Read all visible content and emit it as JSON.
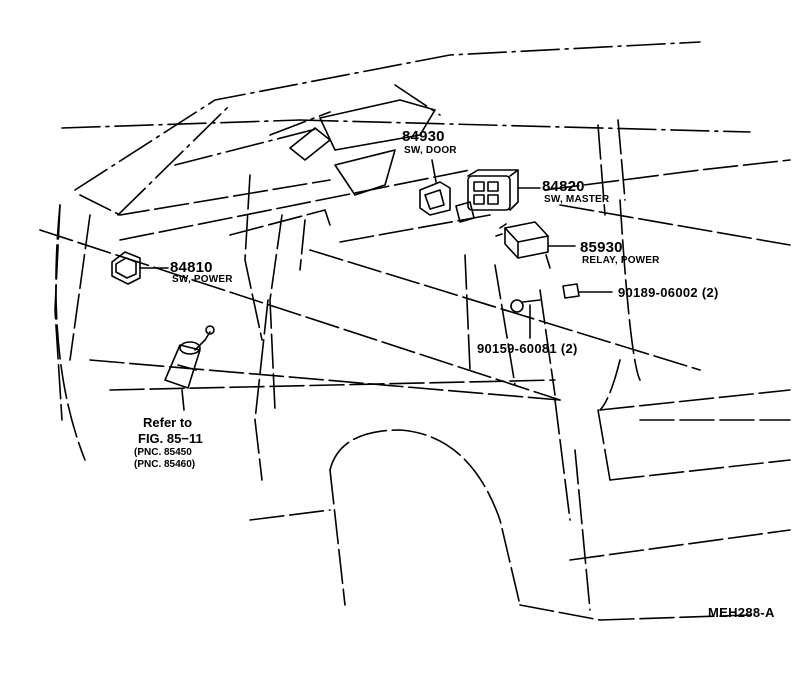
{
  "parts": [
    {
      "number": "84930",
      "name": "SW, DOOR"
    },
    {
      "number": "84820",
      "name": "SW, MASTER"
    },
    {
      "number": "85930",
      "name": "RELAY, POWER"
    },
    {
      "number": "84810",
      "name": "SW, POWER"
    }
  ],
  "fasteners": [
    {
      "number": "90189-06002 (2)"
    },
    {
      "number": "90159-60081 (2)"
    }
  ],
  "reference": {
    "line1": "Refer to",
    "line2": "FIG. 85−11",
    "pnc1": "(PNC. 85450",
    "pnc2": "(PNC. 85460)"
  },
  "diagram_code": "MEH288-A"
}
